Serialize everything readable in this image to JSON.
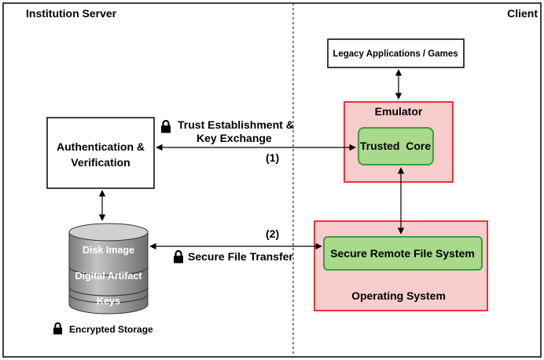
{
  "sections": {
    "server_title": "Institution Server",
    "client_title": "Client"
  },
  "boxes": {
    "legacy_apps": "Legacy Applications / Games",
    "emulator": "Emulator",
    "trusted_core": "Trusted  Core",
    "auth_line1": "Authentication &",
    "auth_line2": "Verification",
    "operating_system": "Operating System",
    "secure_fs": "Secure Remote File System"
  },
  "storage": {
    "layers": [
      "Disk Image",
      "Digital Artifact",
      "Keys"
    ],
    "caption": "Encrypted Storage"
  },
  "connections": {
    "trust_line1": "Trust Establishment &",
    "trust_line2": "Key Exchange",
    "trust_step": "(1)",
    "transfer_label": "Secure File Transfer",
    "transfer_step": "(2)"
  },
  "icons": [
    "lock-icon"
  ],
  "colors": {
    "red_box_fill": "#f6cccc",
    "red_box_stroke": "#e8353b",
    "green_box_fill": "#a9d98a",
    "green_box_stroke": "#3aa03a",
    "disk_fill": "#a6a6a6"
  }
}
